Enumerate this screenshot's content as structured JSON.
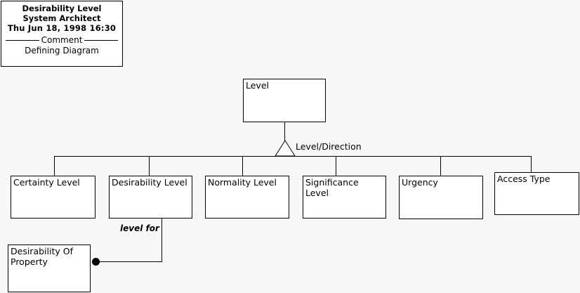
{
  "diagram": {
    "type": "uml-class-diagram",
    "background_color": "#f7f7f7",
    "box_fill_color": "#ffffff",
    "line_color": "#000000"
  },
  "title_block": {
    "name": "Desirability Level",
    "tool": "System Architect",
    "timestamp": "Thu Jun 18, 1998  16:30",
    "legend": "Comment",
    "comment": "Defining Diagram"
  },
  "superclass": {
    "label": "Level"
  },
  "generalization": {
    "label": "Level/Direction"
  },
  "subclasses": [
    {
      "label": "Certainty Level"
    },
    {
      "label": "Desirability Level"
    },
    {
      "label": "Normality Level"
    },
    {
      "label": "Significance Level"
    },
    {
      "label": "Urgency"
    },
    {
      "label": "Access Type"
    }
  ],
  "association": {
    "label": "level for",
    "source": "Desirability Level",
    "target": "Desirability Of Property",
    "target_label": "Desirability Of\nProperty"
  }
}
